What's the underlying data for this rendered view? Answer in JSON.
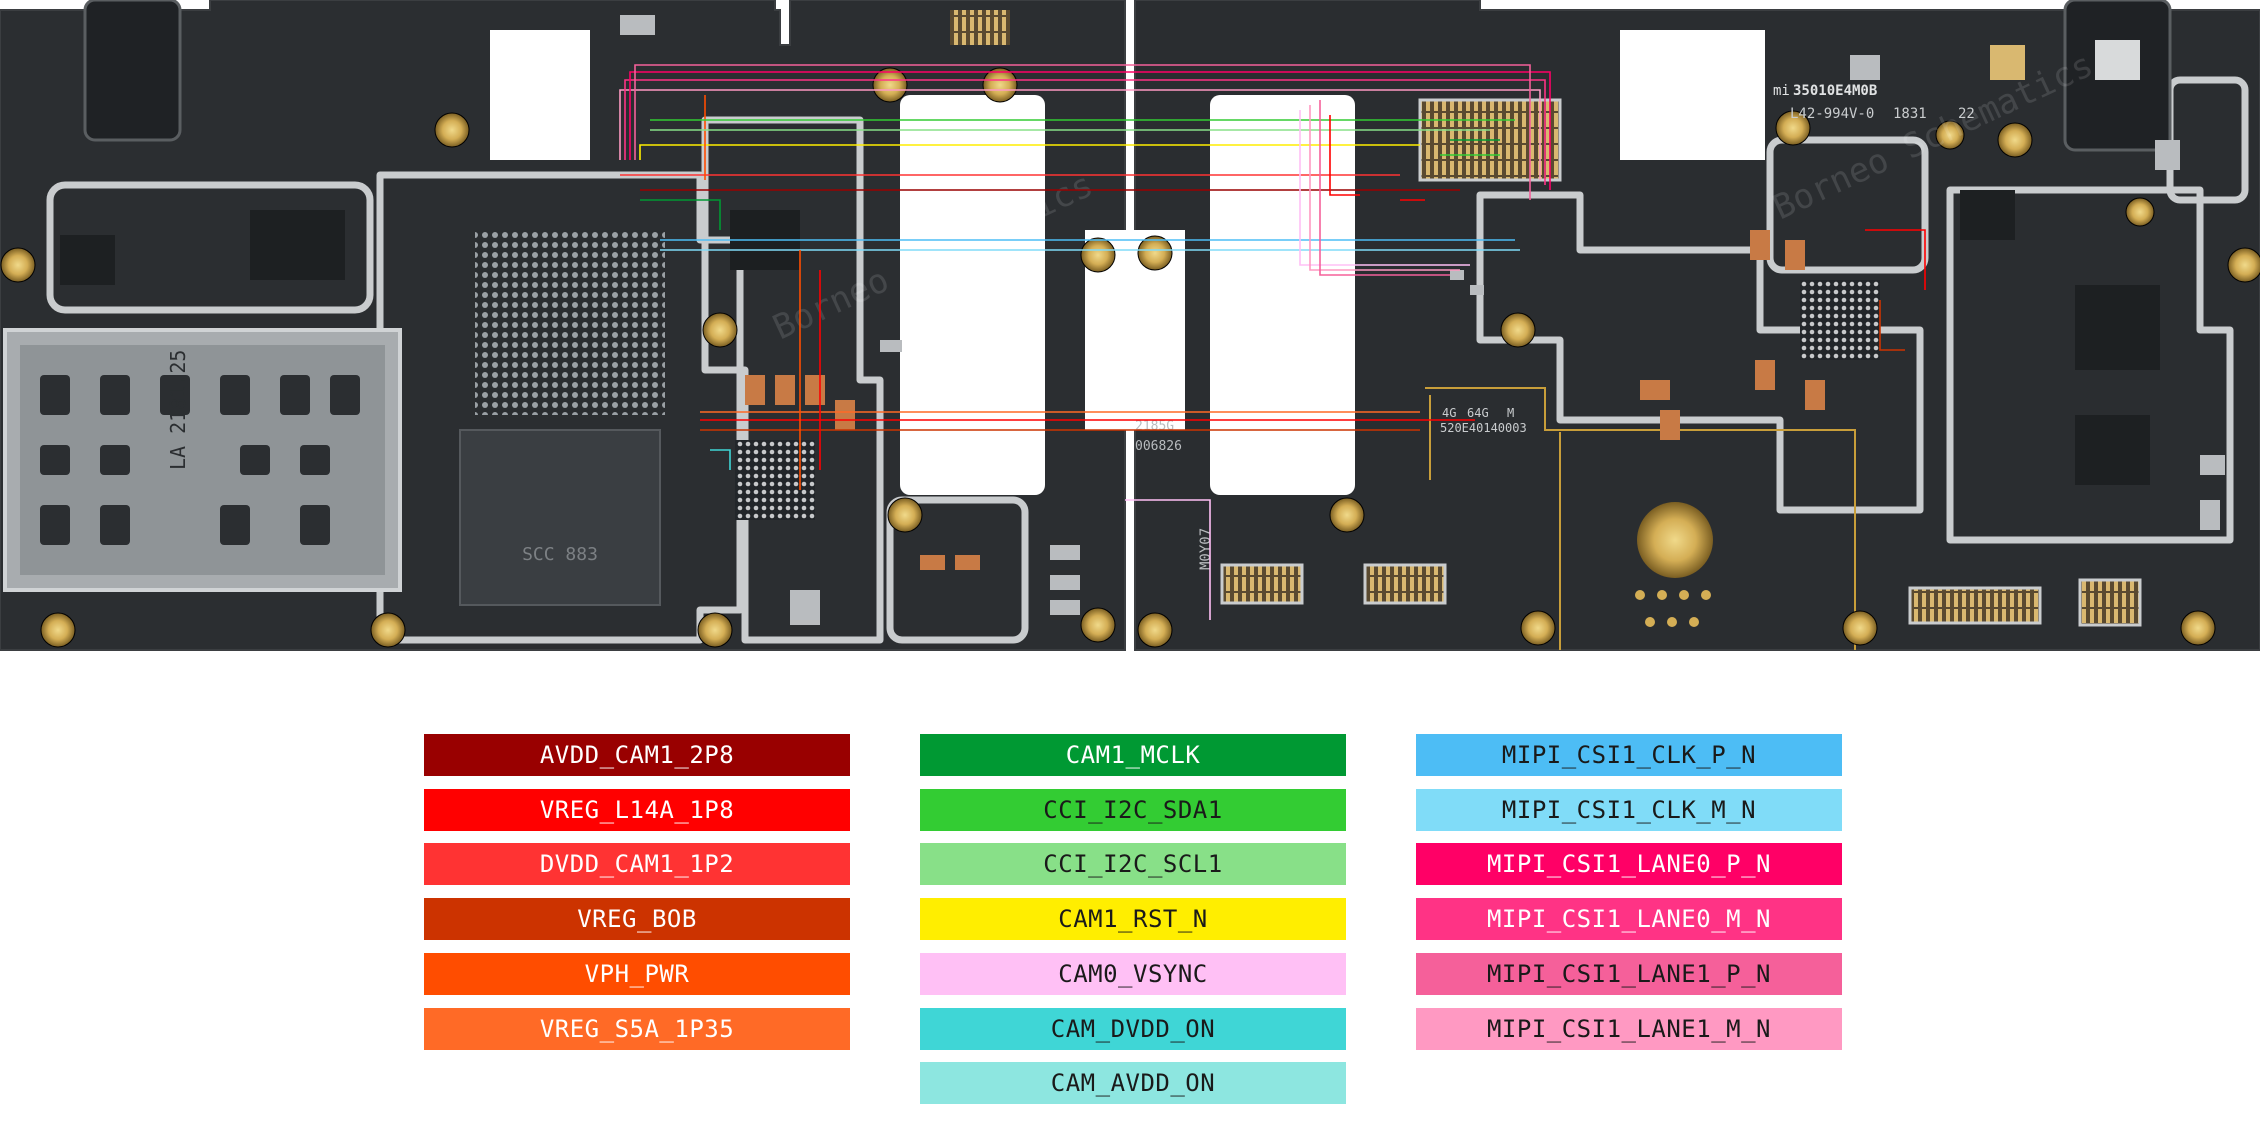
{
  "board": {
    "left_markings": [
      "LA 2181.25",
      "SCC 883",
      "2185G",
      "006826",
      "M0Y07"
    ],
    "right_markings": [
      "mi",
      "35010E4M0B",
      "L42-994V-0",
      "1831",
      "22",
      "4G",
      "64G",
      "M",
      "520E40140003"
    ],
    "watermark": "Borneo Schematics"
  },
  "legend": {
    "columns": [
      [
        {
          "label": "AVDD_CAM1_2P8",
          "bg": "#990000",
          "fg": "#ffffff"
        },
        {
          "label": "VREG_L14A_1P8",
          "bg": "#ff0000",
          "fg": "#ffffff"
        },
        {
          "label": "DVDD_CAM1_1P2",
          "bg": "#ff3333",
          "fg": "#ffffff"
        },
        {
          "label": "VREG_BOB",
          "bg": "#cc3300",
          "fg": "#ffffff"
        },
        {
          "label": "VPH_PWR",
          "bg": "#ff4d00",
          "fg": "#ffffff"
        },
        {
          "label": "VREG_S5A_1P35",
          "bg": "#ff6a26",
          "fg": "#ffffff"
        }
      ],
      [
        {
          "label": "CAM1_MCLK",
          "bg": "#009933",
          "fg": "#ffffff"
        },
        {
          "label": "CCI_I2C_SDA1",
          "bg": "#33cc33",
          "fg": "#1a1a1a"
        },
        {
          "label": "CCI_I2C_SCL1",
          "bg": "#88e088",
          "fg": "#1a1a1a"
        },
        {
          "label": "CAM1_RST_N",
          "bg": "#ffee00",
          "fg": "#1a1a1a"
        },
        {
          "label": "CAM0_VSYNC",
          "bg": "#ffc0f5",
          "fg": "#1a1a1a"
        },
        {
          "label": "CAM_DVDD_ON",
          "bg": "#3fd6d6",
          "fg": "#1a1a1a"
        },
        {
          "label": "CAM_AVDD_ON",
          "bg": "#8de6e0",
          "fg": "#1a1a1a"
        }
      ],
      [
        {
          "label": "MIPI_CSI1_CLK_P_N",
          "bg": "#4dbdf5",
          "fg": "#1a1a1a"
        },
        {
          "label": "MIPI_CSI1_CLK_M_N",
          "bg": "#80dcf8",
          "fg": "#1a1a1a"
        },
        {
          "label": "MIPI_CSI1_LANE0_P_N",
          "bg": "#ff0066",
          "fg": "#ffffff"
        },
        {
          "label": "MIPI_CSI1_LANE0_M_N",
          "bg": "#ff3385",
          "fg": "#ffffff"
        },
        {
          "label": "MIPI_CSI1_LANE1_P_N",
          "bg": "#f5609a",
          "fg": "#1a1a1a"
        },
        {
          "label": "MIPI_CSI1_LANE1_M_N",
          "bg": "#ff99c2",
          "fg": "#1a1a1a"
        }
      ]
    ]
  }
}
